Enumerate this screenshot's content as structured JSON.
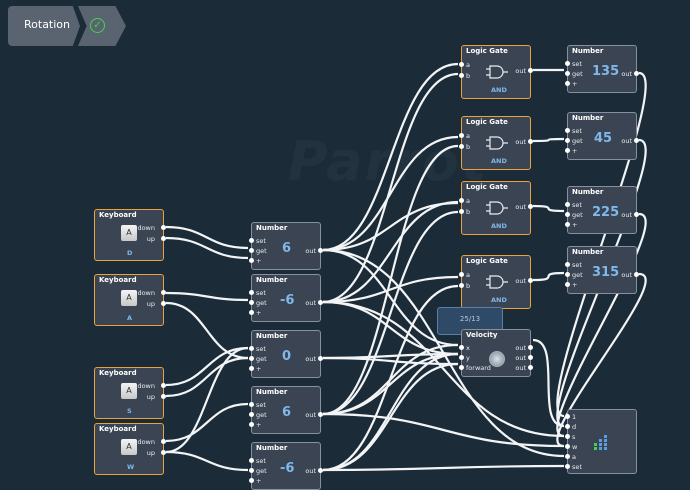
{
  "breadcrumb": {
    "label": "Rotation",
    "status_icon": "check-circle-icon",
    "status_color": "#3dd64a"
  },
  "watermark": "Parrot",
  "keyboards": [
    {
      "title": "Keyboard",
      "key": "A",
      "label": "D",
      "ports": [
        "down",
        "up"
      ]
    },
    {
      "title": "Keyboard",
      "key": "A",
      "label": "A",
      "ports": [
        "down",
        "up"
      ]
    },
    {
      "title": "Keyboard",
      "key": "A",
      "label": "S",
      "ports": [
        "down",
        "up"
      ]
    },
    {
      "title": "Keyboard",
      "key": "A",
      "label": "W",
      "ports": [
        "down",
        "up"
      ]
    }
  ],
  "left_numbers": [
    {
      "title": "Number",
      "value": "6",
      "inputs": [
        "set",
        "get",
        "+"
      ],
      "output": "out"
    },
    {
      "title": "Number",
      "value": "-6",
      "inputs": [
        "set",
        "get",
        "+"
      ],
      "output": "out"
    },
    {
      "title": "Number",
      "value": "0",
      "inputs": [
        "set",
        "get",
        "+"
      ],
      "output": "out"
    },
    {
      "title": "Number",
      "value": "6",
      "inputs": [
        "set",
        "get",
        "+"
      ],
      "output": "out"
    },
    {
      "title": "Number",
      "value": "-6",
      "inputs": [
        "set",
        "get",
        "+"
      ],
      "output": "out"
    }
  ],
  "logic_gates": [
    {
      "title": "Logic Gate",
      "inputs": [
        "a",
        "b"
      ],
      "output": "out",
      "label": "AND"
    },
    {
      "title": "Logic Gate",
      "inputs": [
        "a",
        "b"
      ],
      "output": "out",
      "label": "AND"
    },
    {
      "title": "Logic Gate",
      "inputs": [
        "a",
        "b"
      ],
      "output": "out",
      "label": "AND"
    },
    {
      "title": "Logic Gate",
      "inputs": [
        "a",
        "b"
      ],
      "output": "out",
      "label": "AND"
    }
  ],
  "right_numbers": [
    {
      "title": "Number",
      "value": "135",
      "inputs": [
        "set",
        "get",
        "+"
      ],
      "output": "out"
    },
    {
      "title": "Number",
      "value": "45",
      "inputs": [
        "set",
        "get",
        "+"
      ],
      "output": "out"
    },
    {
      "title": "Number",
      "value": "225",
      "inputs": [
        "set",
        "get",
        "+"
      ],
      "output": "out"
    },
    {
      "title": "Number",
      "value": "315",
      "inputs": [
        "set",
        "get",
        "+"
      ],
      "output": "out"
    }
  ],
  "tooltip": "25/13",
  "velocity": {
    "title": "Velocity",
    "inputs": [
      "x",
      "y",
      "forward"
    ],
    "outputs": [
      "out",
      "out",
      "out"
    ],
    "icon": "gauge-icon"
  },
  "graph_node": {
    "inputs": [
      "1",
      "d",
      "s",
      "w",
      "a",
      "set"
    ],
    "icon": "bar-chart-icon"
  }
}
